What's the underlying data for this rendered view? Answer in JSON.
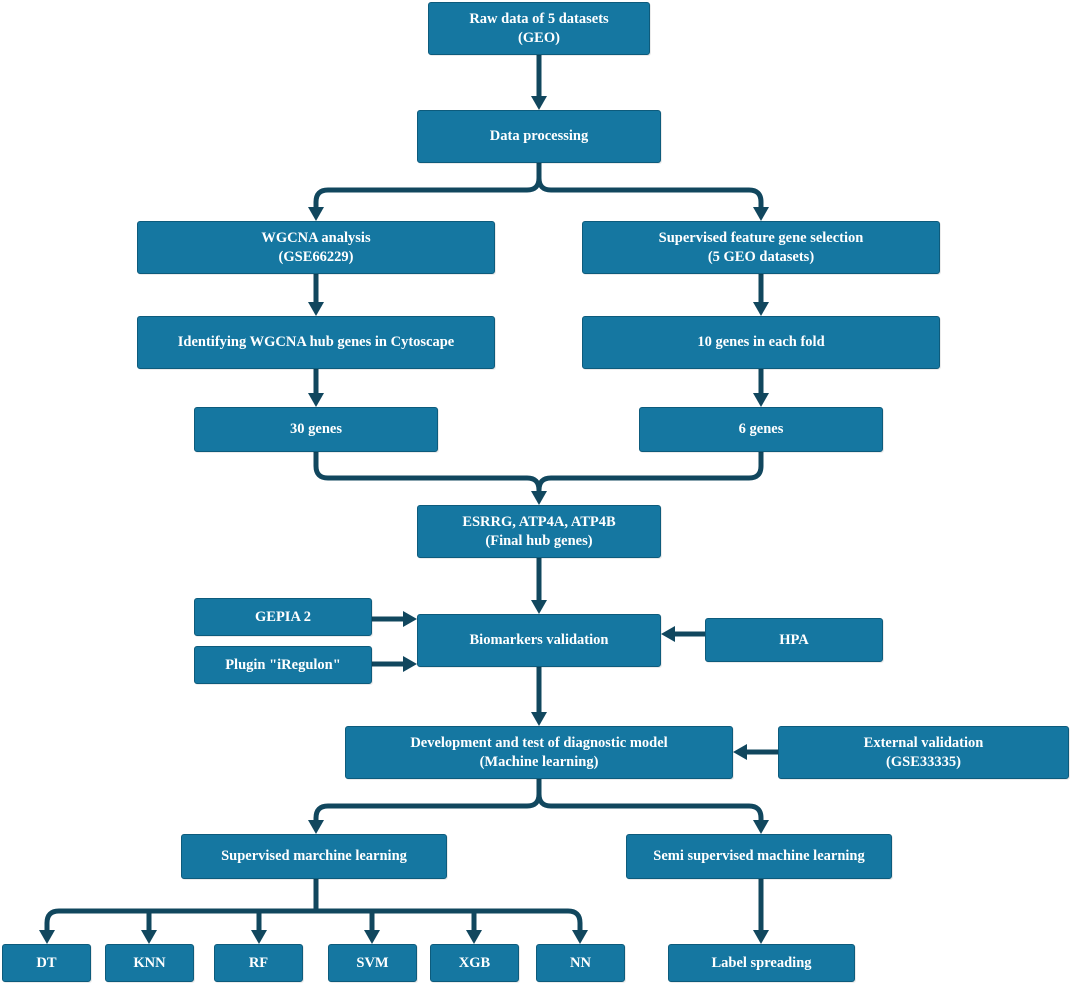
{
  "nodes": {
    "raw_data": {
      "line1": "Raw data of 5 datasets",
      "line2": "(GEO)"
    },
    "data_processing": {
      "line1": "Data processing"
    },
    "wgcna_analysis": {
      "line1": "WGCNA analysis",
      "line2": "(GSE66229)"
    },
    "supervised_feature": {
      "line1": "Supervised feature gene selection",
      "line2": "(5 GEO datasets)"
    },
    "identifying_hub": {
      "line1": "Identifying WGCNA hub genes in Cytoscape"
    },
    "genes_each_fold": {
      "line1": "10 genes in each fold"
    },
    "genes_30": {
      "line1": "30 genes"
    },
    "genes_6": {
      "line1": "6 genes"
    },
    "final_hub": {
      "line1": "ESRRG, ATP4A, ATP4B",
      "line2": "(Final hub genes)"
    },
    "gepia2": {
      "line1": "GEPIA 2"
    },
    "iregulon": {
      "line1": "Plugin \"iRegulon\""
    },
    "biomarkers_validation": {
      "line1": "Biomarkers validation"
    },
    "hpa": {
      "line1": "HPA"
    },
    "diagnostic_model": {
      "line1": "Development and test of diagnostic model",
      "line2": "(Machine learning)"
    },
    "external_validation": {
      "line1": "External validation",
      "line2": "(GSE33335)"
    },
    "supervised_ml": {
      "line1": "Supervised marchine learning"
    },
    "semi_supervised_ml": {
      "line1": "Semi supervised machine learning"
    },
    "dt": {
      "line1": "DT"
    },
    "knn": {
      "line1": "KNN"
    },
    "rf": {
      "line1": "RF"
    },
    "svm": {
      "line1": "SVM"
    },
    "xgb": {
      "line1": "XGB"
    },
    "nn": {
      "line1": "NN"
    },
    "label_spreading": {
      "line1": "Label spreading"
    }
  },
  "colors": {
    "box_fill": "#1577a1",
    "box_text": "#ffffff",
    "connector": "#11475e"
  }
}
